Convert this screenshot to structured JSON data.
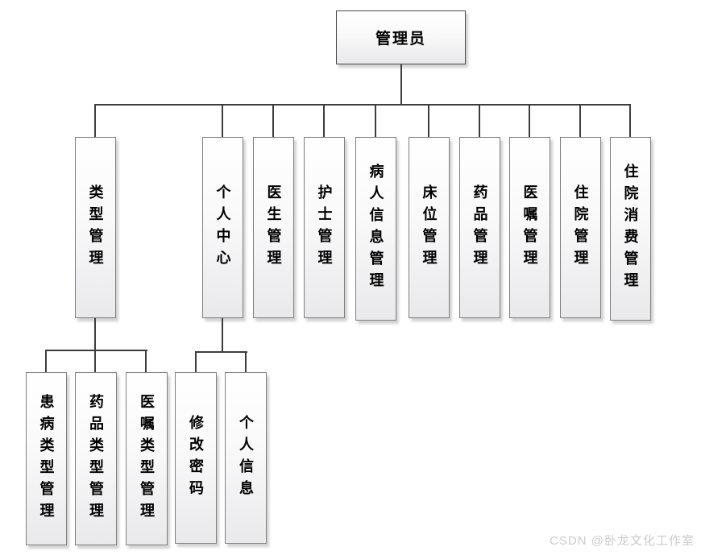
{
  "diagram": {
    "root": {
      "label": "管理员"
    },
    "level1": [
      {
        "label": "类型管理"
      },
      {
        "label": "个人中心"
      },
      {
        "label": "医生管理"
      },
      {
        "label": "护士管理"
      },
      {
        "label": "病人信息管理"
      },
      {
        "label": "床位管理"
      },
      {
        "label": "药品管理"
      },
      {
        "label": "医嘱管理"
      },
      {
        "label": "住院管理"
      },
      {
        "label": "住院消费管理"
      }
    ],
    "type_children": [
      {
        "label": "患病类型管理"
      },
      {
        "label": "药品类型管理"
      },
      {
        "label": "医嘱类型管理"
      }
    ],
    "personal_children": [
      {
        "label": "修改密码"
      },
      {
        "label": "个人信息"
      }
    ]
  },
  "watermark": {
    "label": "CSDN @卧龙文化工作室"
  },
  "colors": {
    "line": "#3d3d3d",
    "box_border": "#7f7f7f",
    "box_shadow": "#d2d2d2",
    "text": "#000000",
    "watermark": "#cccccc"
  }
}
